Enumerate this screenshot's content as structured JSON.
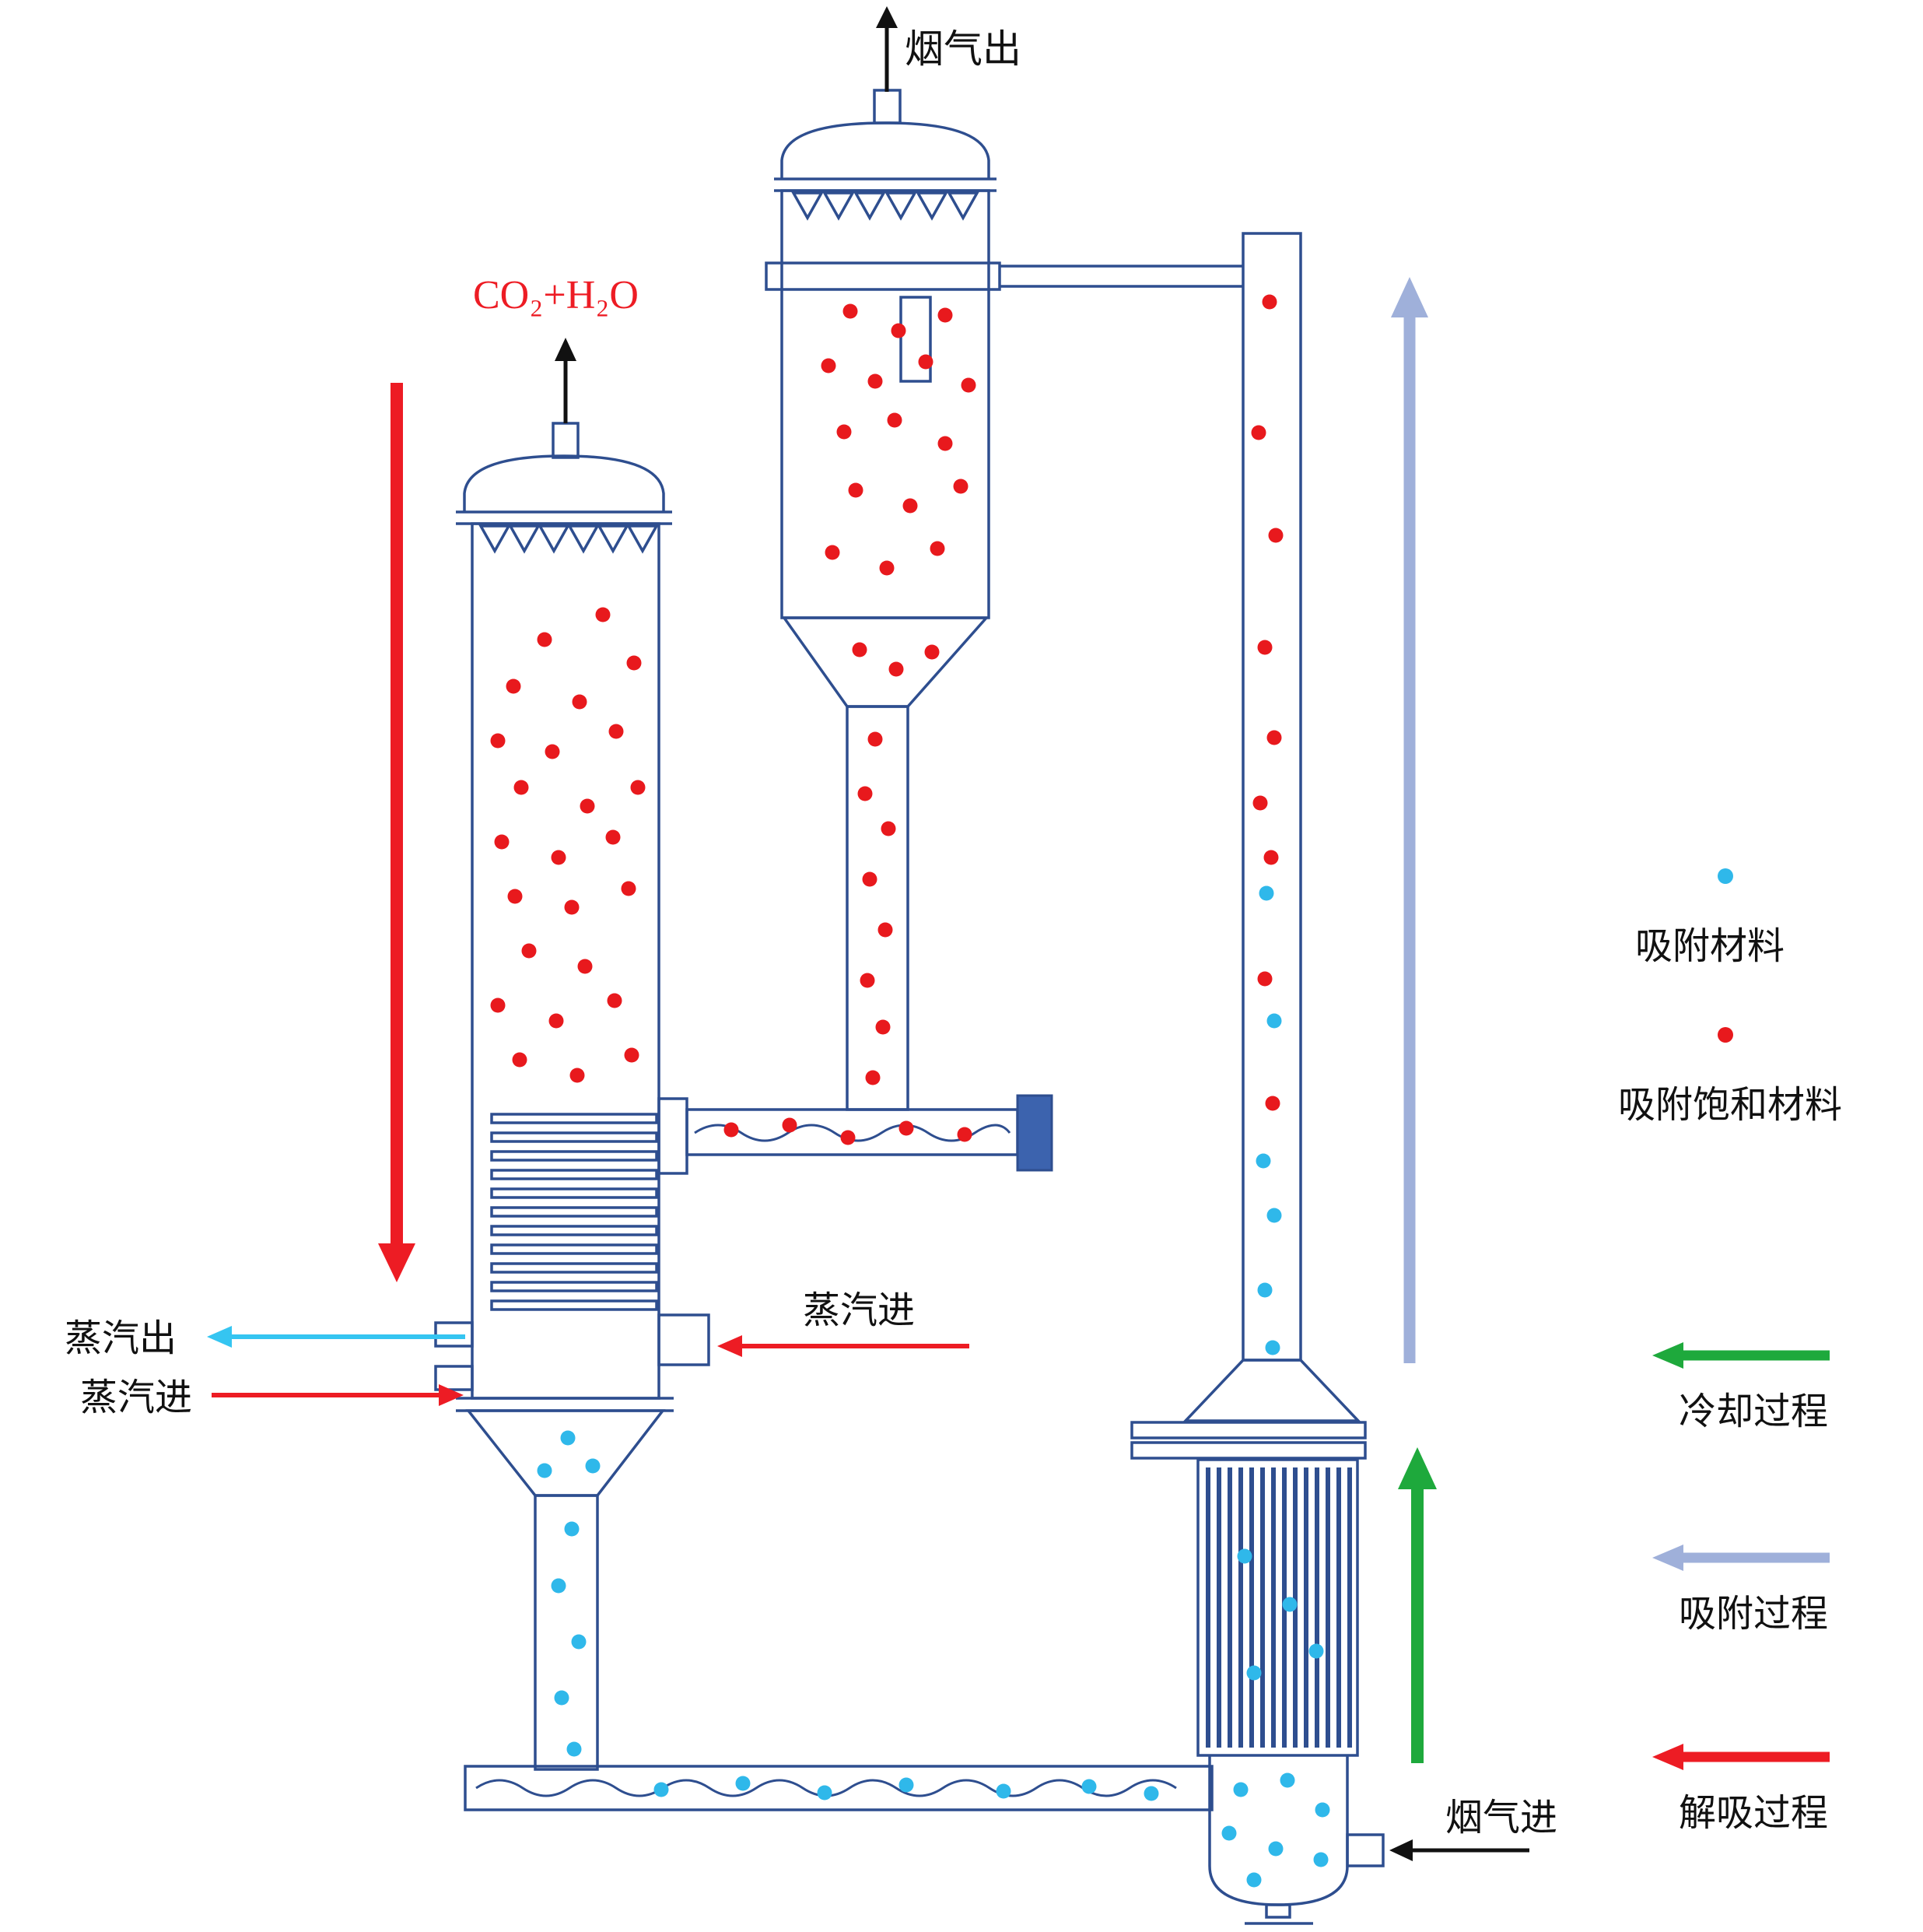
{
  "diagram": {
    "labels": {
      "flue_gas_out": "烟气出",
      "co2_h2o_out": "CO₂+H₂O",
      "steam_out": "蒸汽出",
      "steam_in_lower_left": "蒸汽进",
      "steam_in_mid": "蒸汽进",
      "flue_gas_in": "烟气进"
    },
    "legend": {
      "items": [
        {
          "swatch": "dot",
          "color": "#2fb8ea",
          "label": "吸附材料"
        },
        {
          "swatch": "dot",
          "color": "#e8191d",
          "label": "吸附饱和材料"
        },
        {
          "swatch": "arrow-left",
          "color": "#1ea93c",
          "label": "冷却过程"
        },
        {
          "swatch": "arrow-left",
          "color": "#9fb0da",
          "label": "吸附过程"
        },
        {
          "swatch": "arrow-left",
          "color": "#ed1c24",
          "label": "解吸过程"
        }
      ]
    },
    "colors": {
      "outline": "#2e4e8f",
      "adsorbent_dot": "#2fb8ea",
      "saturated_dot": "#e8191d",
      "desorption_red": "#ed1c24",
      "adsorption_lavender": "#9fb0da",
      "cooling_green": "#1ea93c",
      "steam_out_cyan": "#35c5f1",
      "motor_blue": "#3c63ae",
      "black": "#111111"
    }
  }
}
